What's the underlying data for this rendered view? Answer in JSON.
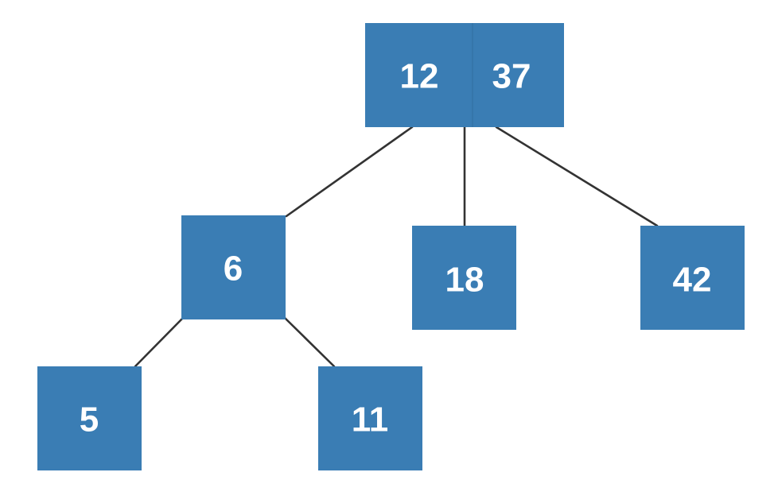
{
  "colors": {
    "node_fill": "#3a7db4",
    "node_text": "#ffffff",
    "edge": "#333333",
    "divider": "#2e6a9a",
    "background": "#ffffff"
  },
  "tree": {
    "root": {
      "keys": [
        "12",
        "37"
      ]
    },
    "level1_left": {
      "keys": [
        "6"
      ]
    },
    "level1_middle": {
      "keys": [
        "18"
      ]
    },
    "level1_right": {
      "keys": [
        "42"
      ]
    },
    "level2_left": {
      "keys": [
        "5"
      ]
    },
    "level2_right": {
      "keys": [
        "11"
      ]
    }
  }
}
